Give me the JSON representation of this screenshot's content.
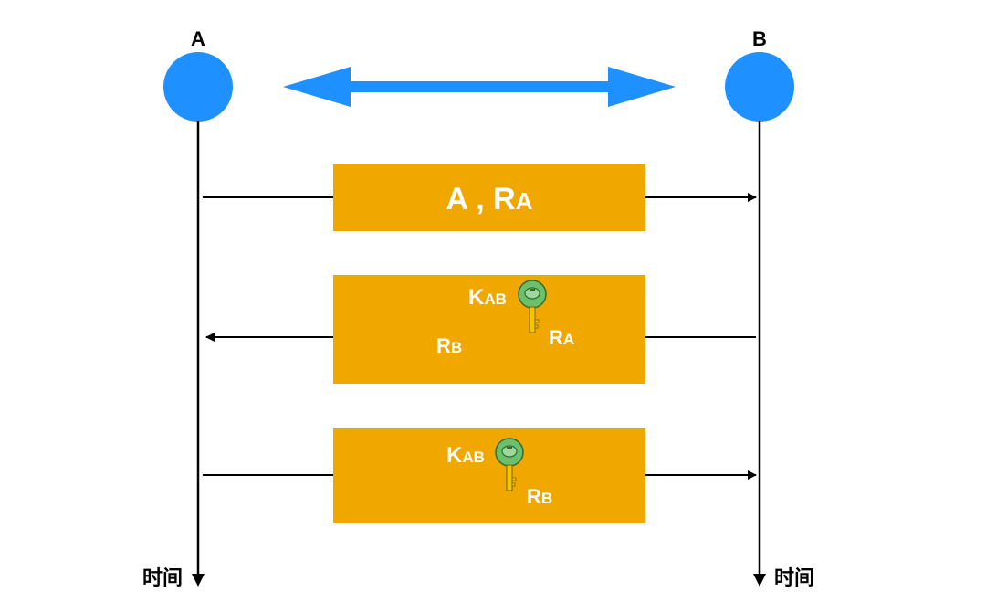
{
  "party_a": {
    "label": "A",
    "time_label": "时间"
  },
  "party_b": {
    "label": "B",
    "time_label": "时间"
  },
  "colors": {
    "node": "#1e90ff",
    "message_box": "#f0a800",
    "message_text": "#ffffff",
    "line": "#000000",
    "key_head": "#5cb85c",
    "key_shaft": "#f5c400"
  },
  "messages": [
    {
      "direction": "A-to-B",
      "content": {
        "main": "A , R",
        "main_sub": "A"
      }
    },
    {
      "direction": "B-to-A",
      "content": {
        "key": "K",
        "key_sub": "AB",
        "r_a": "R",
        "r_a_sub": "A",
        "r_b": "R",
        "r_b_sub": "B"
      },
      "key_icon": "key-icon"
    },
    {
      "direction": "A-to-B",
      "content": {
        "key": "K",
        "key_sub": "AB",
        "r_b": "R",
        "r_b_sub": "B"
      },
      "key_icon": "key-icon"
    }
  ]
}
